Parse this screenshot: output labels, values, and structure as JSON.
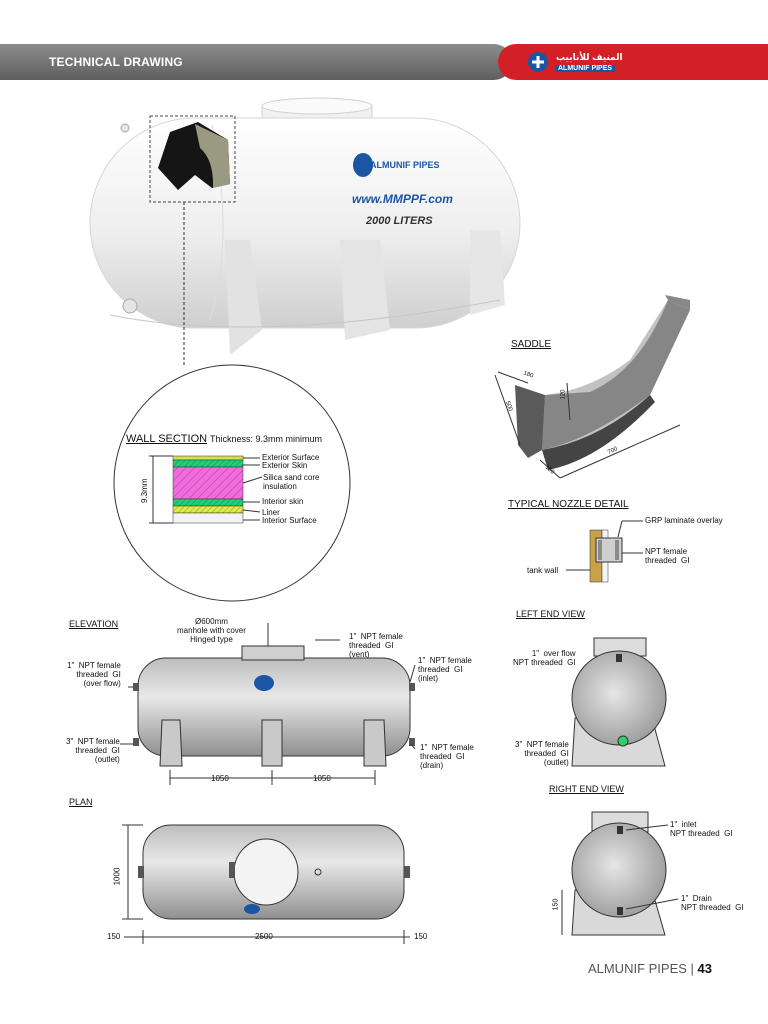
{
  "header": {
    "title": "TECHNICAL DRAWING",
    "logo_en": "ALMUNIF PIPES",
    "logo_ar": "المنيف للأنابيب"
  },
  "tank_photo": {
    "website": "www.MMPPF.com",
    "capacity": "2000 LITERS",
    "brand": "ALMUNIF PIPES"
  },
  "wall_section": {
    "title": "WALL SECTION",
    "thickness": "Thickness: 9.3mm minimum",
    "dimension": "9.3mm",
    "layers": [
      "Exterior Surface",
      "Exterior Skin",
      "Silica sand core\ninsulation",
      "Interior skin",
      "Liner",
      "Interior Surface"
    ]
  },
  "saddle": {
    "title": "SADDLE",
    "dims": [
      "180",
      "120",
      "500",
      "700",
      "150"
    ]
  },
  "nozzle": {
    "title": "TYPICAL NOZZLE DETAIL",
    "grp": "GRP laminate overlay",
    "npt": "NPT female\nthreaded  GI",
    "wall": "tank wall"
  },
  "elevation": {
    "title": "ELEVATION",
    "manhole": "Ø600mm\nmanhole with cover\nHinged type",
    "vent": "1\"  NPT female\nthreaded  GI\n(vent)",
    "inlet": "1\"  NPT female\nthreaded  GI\n(inlet)",
    "overflow": "1\"  NPT female\nthreaded  GI\n(over flow)",
    "outlet": "3\"  NPT female\nthreaded  GI\n(outlet)",
    "drain": "1\"  NPT female\nthreaded  GI\n(drain)",
    "dim_left": "1050",
    "dim_right": "1050"
  },
  "left_end": {
    "title": "LEFT END VIEW",
    "overflow": "1\"  over flow\nNPT threaded  GI",
    "outlet": "3\"  NPT female\nthreaded  GI\n(outlet)"
  },
  "right_end": {
    "title": "RIGHT END VIEW",
    "inlet": "1\"  inlet\nNPT threaded  GI",
    "drain": "1\"  Drain\nNPT threaded  GI",
    "dim": "150"
  },
  "plan": {
    "title": "PLAN",
    "width": "1000",
    "length": "2500",
    "end_left": "150",
    "end_right": "150"
  },
  "footer": {
    "brand": "ALMUNIF PIPES",
    "page": "43"
  },
  "colors": {
    "brand_red": "#d31f26",
    "brand_blue": "#1b56a5",
    "header_gray": "#6f6f6f"
  }
}
